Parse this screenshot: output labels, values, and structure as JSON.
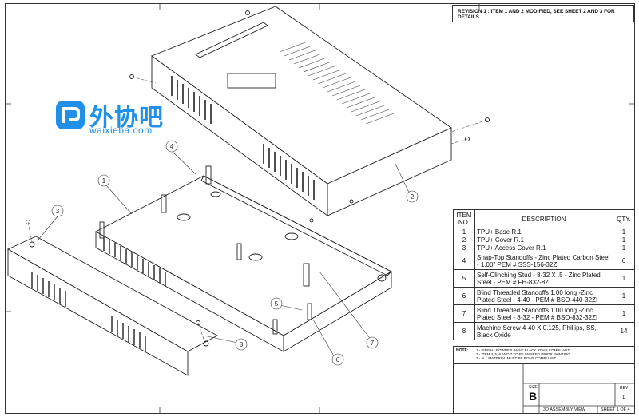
{
  "revision_note": "REVISION 1 : ITEM 1 AND 2 MODIFIED, SEE SHEET 2 AND 3 FOR DETAILS.",
  "bom": {
    "headers": {
      "item": "ITEM NO.",
      "description": "DESCRIPTION",
      "qty": "QTY."
    },
    "rows": [
      {
        "item": "1",
        "description": "TPU+ Base R.1",
        "qty": "1"
      },
      {
        "item": "2",
        "description": "TPU+ Cover R.1",
        "qty": "1"
      },
      {
        "item": "3",
        "description": "TPU+ Access Cover R.1",
        "qty": "1"
      },
      {
        "item": "4",
        "description": "Snap-Top Standoffs - Zinc Plated Carbon Steel - 1.00\" PEM # SSS-156-32ZI",
        "qty": "6"
      },
      {
        "item": "5",
        "description": "Self-Clinching Stud - 8-32 X .5 - Zinc Plated Steel - PEM # FH-832-8ZI",
        "qty": "1"
      },
      {
        "item": "6",
        "description": "Blind Threaded Standoffs 1.00 long -Zinc Plated Steel - 4-40 - PEM # BSO-440-32ZI",
        "qty": "1"
      },
      {
        "item": "7",
        "description": "Blind Threaded Standoffs 1.00 long -Zinc Plated Steel - 8-32 - PEM # BSO-832-32ZI",
        "qty": "1"
      },
      {
        "item": "8",
        "description": "Machine Screw 4-40 X 0.125, Phillips, SS, Black Oxide",
        "qty": "14"
      }
    ]
  },
  "notes": {
    "label": "NOTE:",
    "lines": [
      "1 - FINISH : POWDER PAINT BLACK ROHS COMPLIANT",
      "2 - ITEM 4, 5, 6 AND 7 TO BE MASKED PRIOR PAINTING",
      "3 - ALL MATERIAL MUST BE ROHS COMPLIANT"
    ]
  },
  "title_block": {
    "size_label": "SIZE",
    "size_value": "B",
    "rev_label": "REV",
    "rev_value": "1",
    "view_name": "3D ASSEMBLY VIEW",
    "sheet": "SHEET 1 OF 4"
  },
  "watermark": {
    "text": "外协吧",
    "url": "waixieba.com",
    "color": "#1f8fe8"
  },
  "balloons": [
    "1",
    "2",
    "3",
    "4",
    "5",
    "6",
    "7",
    "8"
  ]
}
